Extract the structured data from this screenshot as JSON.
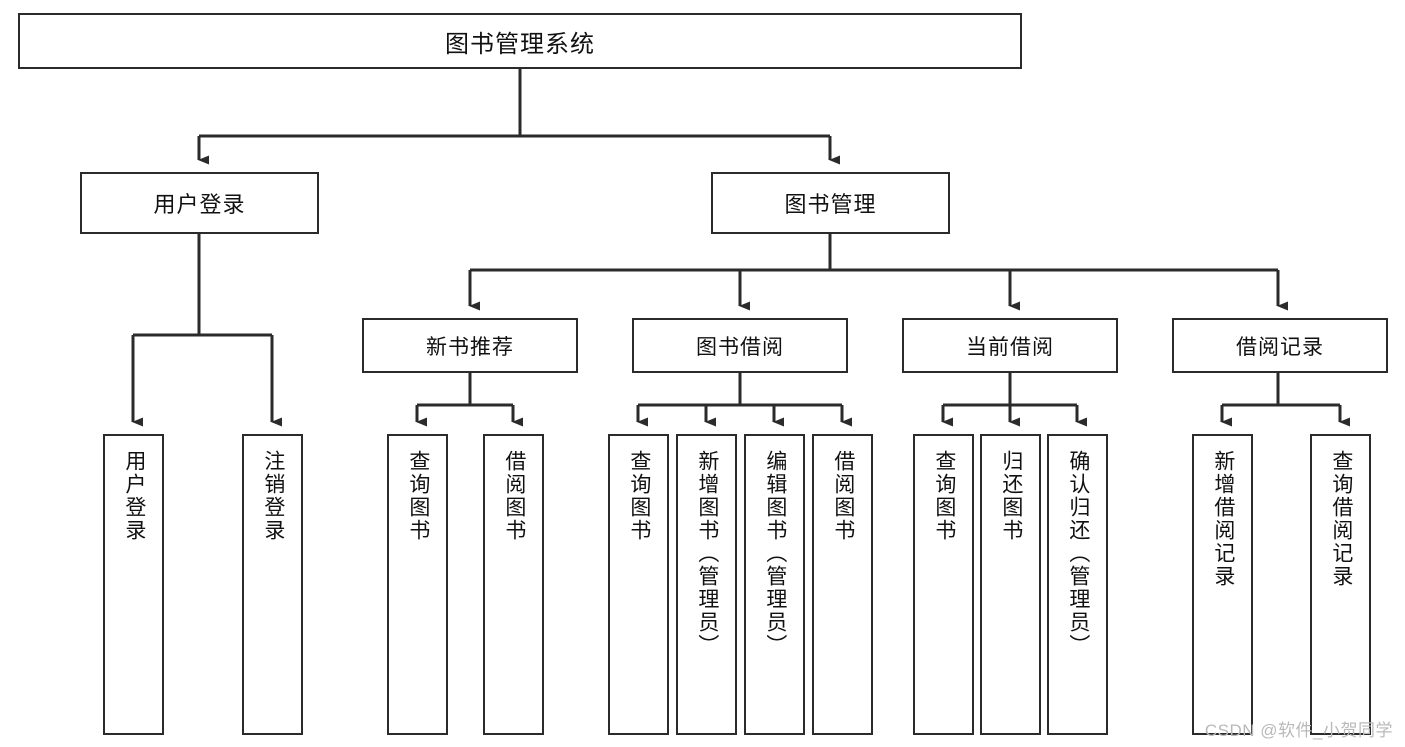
{
  "diagram": {
    "title": "图书管理系统",
    "type": "tree-hierarchy-chart",
    "watermark": "CSDN @软件_小贺同学",
    "colors": {
      "border": "#2b2b2b",
      "background": "#ffffff",
      "text": "#111111",
      "connector": "#2b2b2b",
      "watermark": "#b9b9b9"
    },
    "root": {
      "label": "图书管理系统"
    },
    "level1": [
      {
        "id": "user-login",
        "label": "用户登录"
      },
      {
        "id": "book-manage",
        "label": "图书管理"
      }
    ],
    "level2": [
      {
        "id": "new-book-recommend",
        "label": "新书推荐"
      },
      {
        "id": "book-borrow",
        "label": "图书借阅"
      },
      {
        "id": "current-borrow",
        "label": "当前借阅"
      },
      {
        "id": "borrow-record",
        "label": "借阅记录"
      }
    ],
    "leaves": {
      "user-login": [
        {
          "id": "leaf-user-login",
          "label": "用户登录"
        },
        {
          "id": "leaf-user-logout",
          "label": "注销登录"
        }
      ],
      "new-book-recommend": [
        {
          "id": "leaf-query-book-1",
          "label": "查询图书"
        },
        {
          "id": "leaf-borrow-book-1",
          "label": "借阅图书"
        }
      ],
      "book-borrow": [
        {
          "id": "leaf-query-book-2",
          "label": "查询图书"
        },
        {
          "id": "leaf-add-book",
          "label": "新增图书（管理员）"
        },
        {
          "id": "leaf-edit-book",
          "label": "编辑图书（管理员）"
        },
        {
          "id": "leaf-borrow-book-2",
          "label": "借阅图书"
        }
      ],
      "current-borrow": [
        {
          "id": "leaf-query-book-3",
          "label": "查询图书"
        },
        {
          "id": "leaf-return-book",
          "label": "归还图书"
        },
        {
          "id": "leaf-confirm-return",
          "label": "确认归还（管理员）"
        }
      ],
      "borrow-record": [
        {
          "id": "leaf-add-record",
          "label": "新增借阅记录"
        },
        {
          "id": "leaf-query-record",
          "label": "查询借阅记录"
        }
      ]
    }
  }
}
